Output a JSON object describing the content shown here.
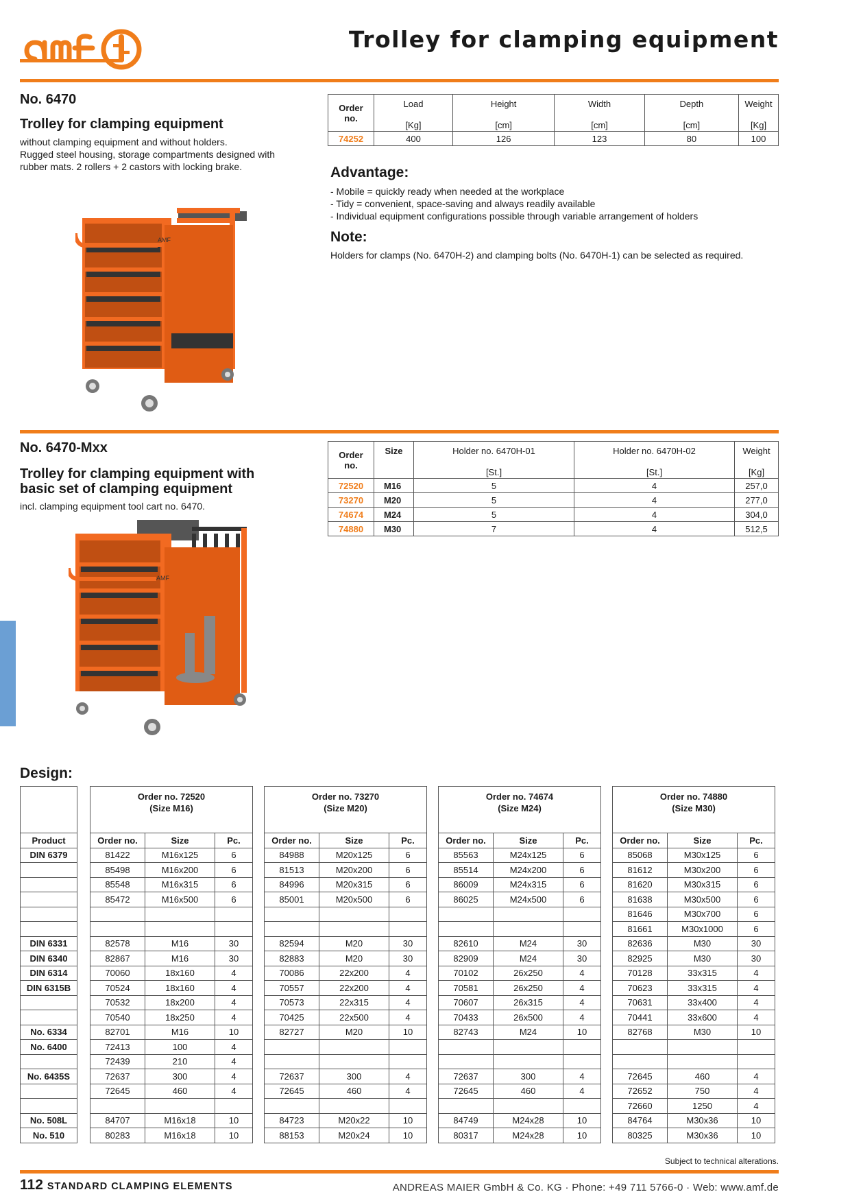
{
  "header": {
    "title": "Trolley for clamping equipment",
    "logo_text": "amf"
  },
  "section1": {
    "number": "No. 6470",
    "name": "Trolley for clamping equipment",
    "description": [
      "without clamping equipment and without holders.",
      "Rugged steel housing, storage compartments designed with",
      "rubber mats. 2 rollers + 2 castors with locking brake."
    ],
    "table": {
      "headers": [
        "Order\nno.",
        "Load",
        "Height",
        "Width",
        "Depth",
        "Weight"
      ],
      "units": [
        "",
        "[Kg]",
        "[cm]",
        "[cm]",
        "[cm]",
        "[Kg]"
      ],
      "rows": [
        [
          "74252",
          "400",
          "126",
          "123",
          "80",
          "100"
        ]
      ]
    },
    "advantage_title": "Advantage:",
    "advantages": [
      "- Mobile = quickly ready when needed at the workplace",
      "- Tidy = convenient, space-saving and always readily available",
      "- Individual equipment configurations possible through variable arrangement of holders"
    ],
    "note_title": "Note:",
    "note": "Holders for clamps (No. 6470H-2) and clamping bolts (No. 6470H-1) can be selected as required."
  },
  "section2": {
    "number": "No. 6470-Mxx",
    "name_line1": "Trolley for clamping equipment with",
    "name_line2": "basic set of clamping equipment",
    "description": "incl. clamping equipment tool cart no. 6470.",
    "table": {
      "headers": [
        "Order\nno.",
        "Size",
        "Holder no. 6470H-01",
        "Holder no. 6470H-02",
        "Weight"
      ],
      "units": [
        "",
        "",
        "[St.]",
        "[St.]",
        "[Kg]"
      ],
      "rows": [
        [
          "72520",
          "M16",
          "5",
          "4",
          "257,0"
        ],
        [
          "73270",
          "M20",
          "5",
          "4",
          "277,0"
        ],
        [
          "74674",
          "M24",
          "5",
          "4",
          "304,0"
        ],
        [
          "74880",
          "M30",
          "7",
          "4",
          "512,5"
        ]
      ]
    }
  },
  "design": {
    "title": "Design:",
    "product_header": "Product",
    "col_headers": [
      "Order no.",
      "Size",
      "Pc."
    ],
    "groups": [
      {
        "l1": "Order no. 72520",
        "l2": "(Size M16)"
      },
      {
        "l1": "Order no. 73270",
        "l2": "(Size M20)"
      },
      {
        "l1": "Order no. 74674",
        "l2": "(Size M24)"
      },
      {
        "l1": "Order no. 74880",
        "l2": "(Size M30)"
      }
    ],
    "rows": [
      [
        "DIN 6379",
        "81422",
        "M16x125",
        "6",
        "84988",
        "M20x125",
        "6",
        "85563",
        "M24x125",
        "6",
        "85068",
        "M30x125",
        "6"
      ],
      [
        "",
        "85498",
        "M16x200",
        "6",
        "81513",
        "M20x200",
        "6",
        "85514",
        "M24x200",
        "6",
        "81612",
        "M30x200",
        "6"
      ],
      [
        "",
        "85548",
        "M16x315",
        "6",
        "84996",
        "M20x315",
        "6",
        "86009",
        "M24x315",
        "6",
        "81620",
        "M30x315",
        "6"
      ],
      [
        "",
        "85472",
        "M16x500",
        "6",
        "85001",
        "M20x500",
        "6",
        "86025",
        "M24x500",
        "6",
        "81638",
        "M30x500",
        "6"
      ],
      [
        "",
        "",
        "",
        "",
        "",
        "",
        "",
        "",
        "",
        "",
        "81646",
        "M30x700",
        "6"
      ],
      [
        "",
        "",
        "",
        "",
        "",
        "",
        "",
        "",
        "",
        "",
        "81661",
        "M30x1000",
        "6"
      ],
      [
        "DIN 6331",
        "82578",
        "M16",
        "30",
        "82594",
        "M20",
        "30",
        "82610",
        "M24",
        "30",
        "82636",
        "M30",
        "30"
      ],
      [
        "DIN 6340",
        "82867",
        "M16",
        "30",
        "82883",
        "M20",
        "30",
        "82909",
        "M24",
        "30",
        "82925",
        "M30",
        "30"
      ],
      [
        "DIN 6314",
        "70060",
        "18x160",
        "4",
        "70086",
        "22x200",
        "4",
        "70102",
        "26x250",
        "4",
        "70128",
        "33x315",
        "4"
      ],
      [
        "DIN 6315B",
        "70524",
        "18x160",
        "4",
        "70557",
        "22x200",
        "4",
        "70581",
        "26x250",
        "4",
        "70623",
        "33x315",
        "4"
      ],
      [
        "",
        "70532",
        "18x200",
        "4",
        "70573",
        "22x315",
        "4",
        "70607",
        "26x315",
        "4",
        "70631",
        "33x400",
        "4"
      ],
      [
        "",
        "70540",
        "18x250",
        "4",
        "70425",
        "22x500",
        "4",
        "70433",
        "26x500",
        "4",
        "70441",
        "33x600",
        "4"
      ],
      [
        "No. 6334",
        "82701",
        "M16",
        "10",
        "82727",
        "M20",
        "10",
        "82743",
        "M24",
        "10",
        "82768",
        "M30",
        "10"
      ],
      [
        "No. 6400",
        "72413",
        "100",
        "4",
        "",
        "",
        "",
        "",
        "",
        "",
        "",
        "",
        ""
      ],
      [
        "",
        "72439",
        "210",
        "4",
        "",
        "",
        "",
        "",
        "",
        "",
        "",
        "",
        ""
      ],
      [
        "No. 6435S",
        "72637",
        "300",
        "4",
        "72637",
        "300",
        "4",
        "72637",
        "300",
        "4",
        "72645",
        "460",
        "4"
      ],
      [
        "",
        "72645",
        "460",
        "4",
        "72645",
        "460",
        "4",
        "72645",
        "460",
        "4",
        "72652",
        "750",
        "4"
      ],
      [
        "",
        "",
        "",
        "",
        "",
        "",
        "",
        "",
        "",
        "",
        "72660",
        "1250",
        "4"
      ],
      [
        "No. 508L",
        "84707",
        "M16x18",
        "10",
        "84723",
        "M20x22",
        "10",
        "84749",
        "M24x28",
        "10",
        "84764",
        "M30x36",
        "10"
      ],
      [
        "No. 510",
        "80283",
        "M16x18",
        "10",
        "88153",
        "M20x24",
        "10",
        "80317",
        "M24x28",
        "10",
        "80325",
        "M30x36",
        "10"
      ]
    ]
  },
  "footer": {
    "notice": "Subject to technical alterations.",
    "page": "112",
    "section": "STANDARD CLAMPING ELEMENTS",
    "company": "ANDREAS MAIER GmbH & Co. KG  ·  Phone: +49 711 5766-0  ·  Web: www.amf.de"
  },
  "colors": {
    "accent": "#f07d1a",
    "tab": "#6b9fd4"
  }
}
